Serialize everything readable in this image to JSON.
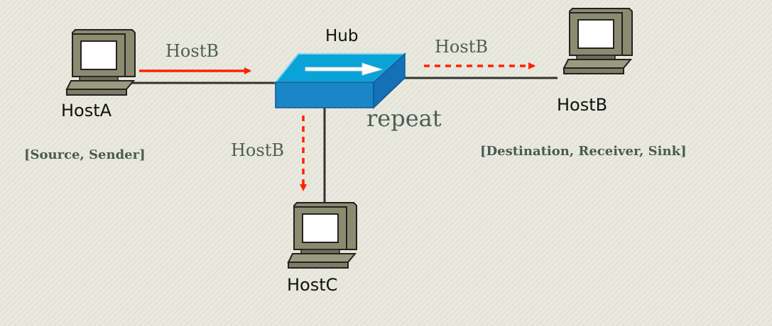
{
  "hub": {
    "label": "Hub",
    "action": "repeat"
  },
  "hosts": {
    "a": {
      "label": "HostA",
      "role": "[Source, Sender]"
    },
    "b": {
      "label": "HostB",
      "role": "[Destination, Receiver, Sink]"
    },
    "c": {
      "label": "HostC"
    }
  },
  "frames": {
    "a_to_hub": "HostB",
    "hub_to_b": "HostB",
    "hub_to_c": "HostB"
  },
  "colors": {
    "arrow": "#ff2200",
    "hub_top": "#0aa3d8",
    "hub_side": "#1570b8"
  }
}
